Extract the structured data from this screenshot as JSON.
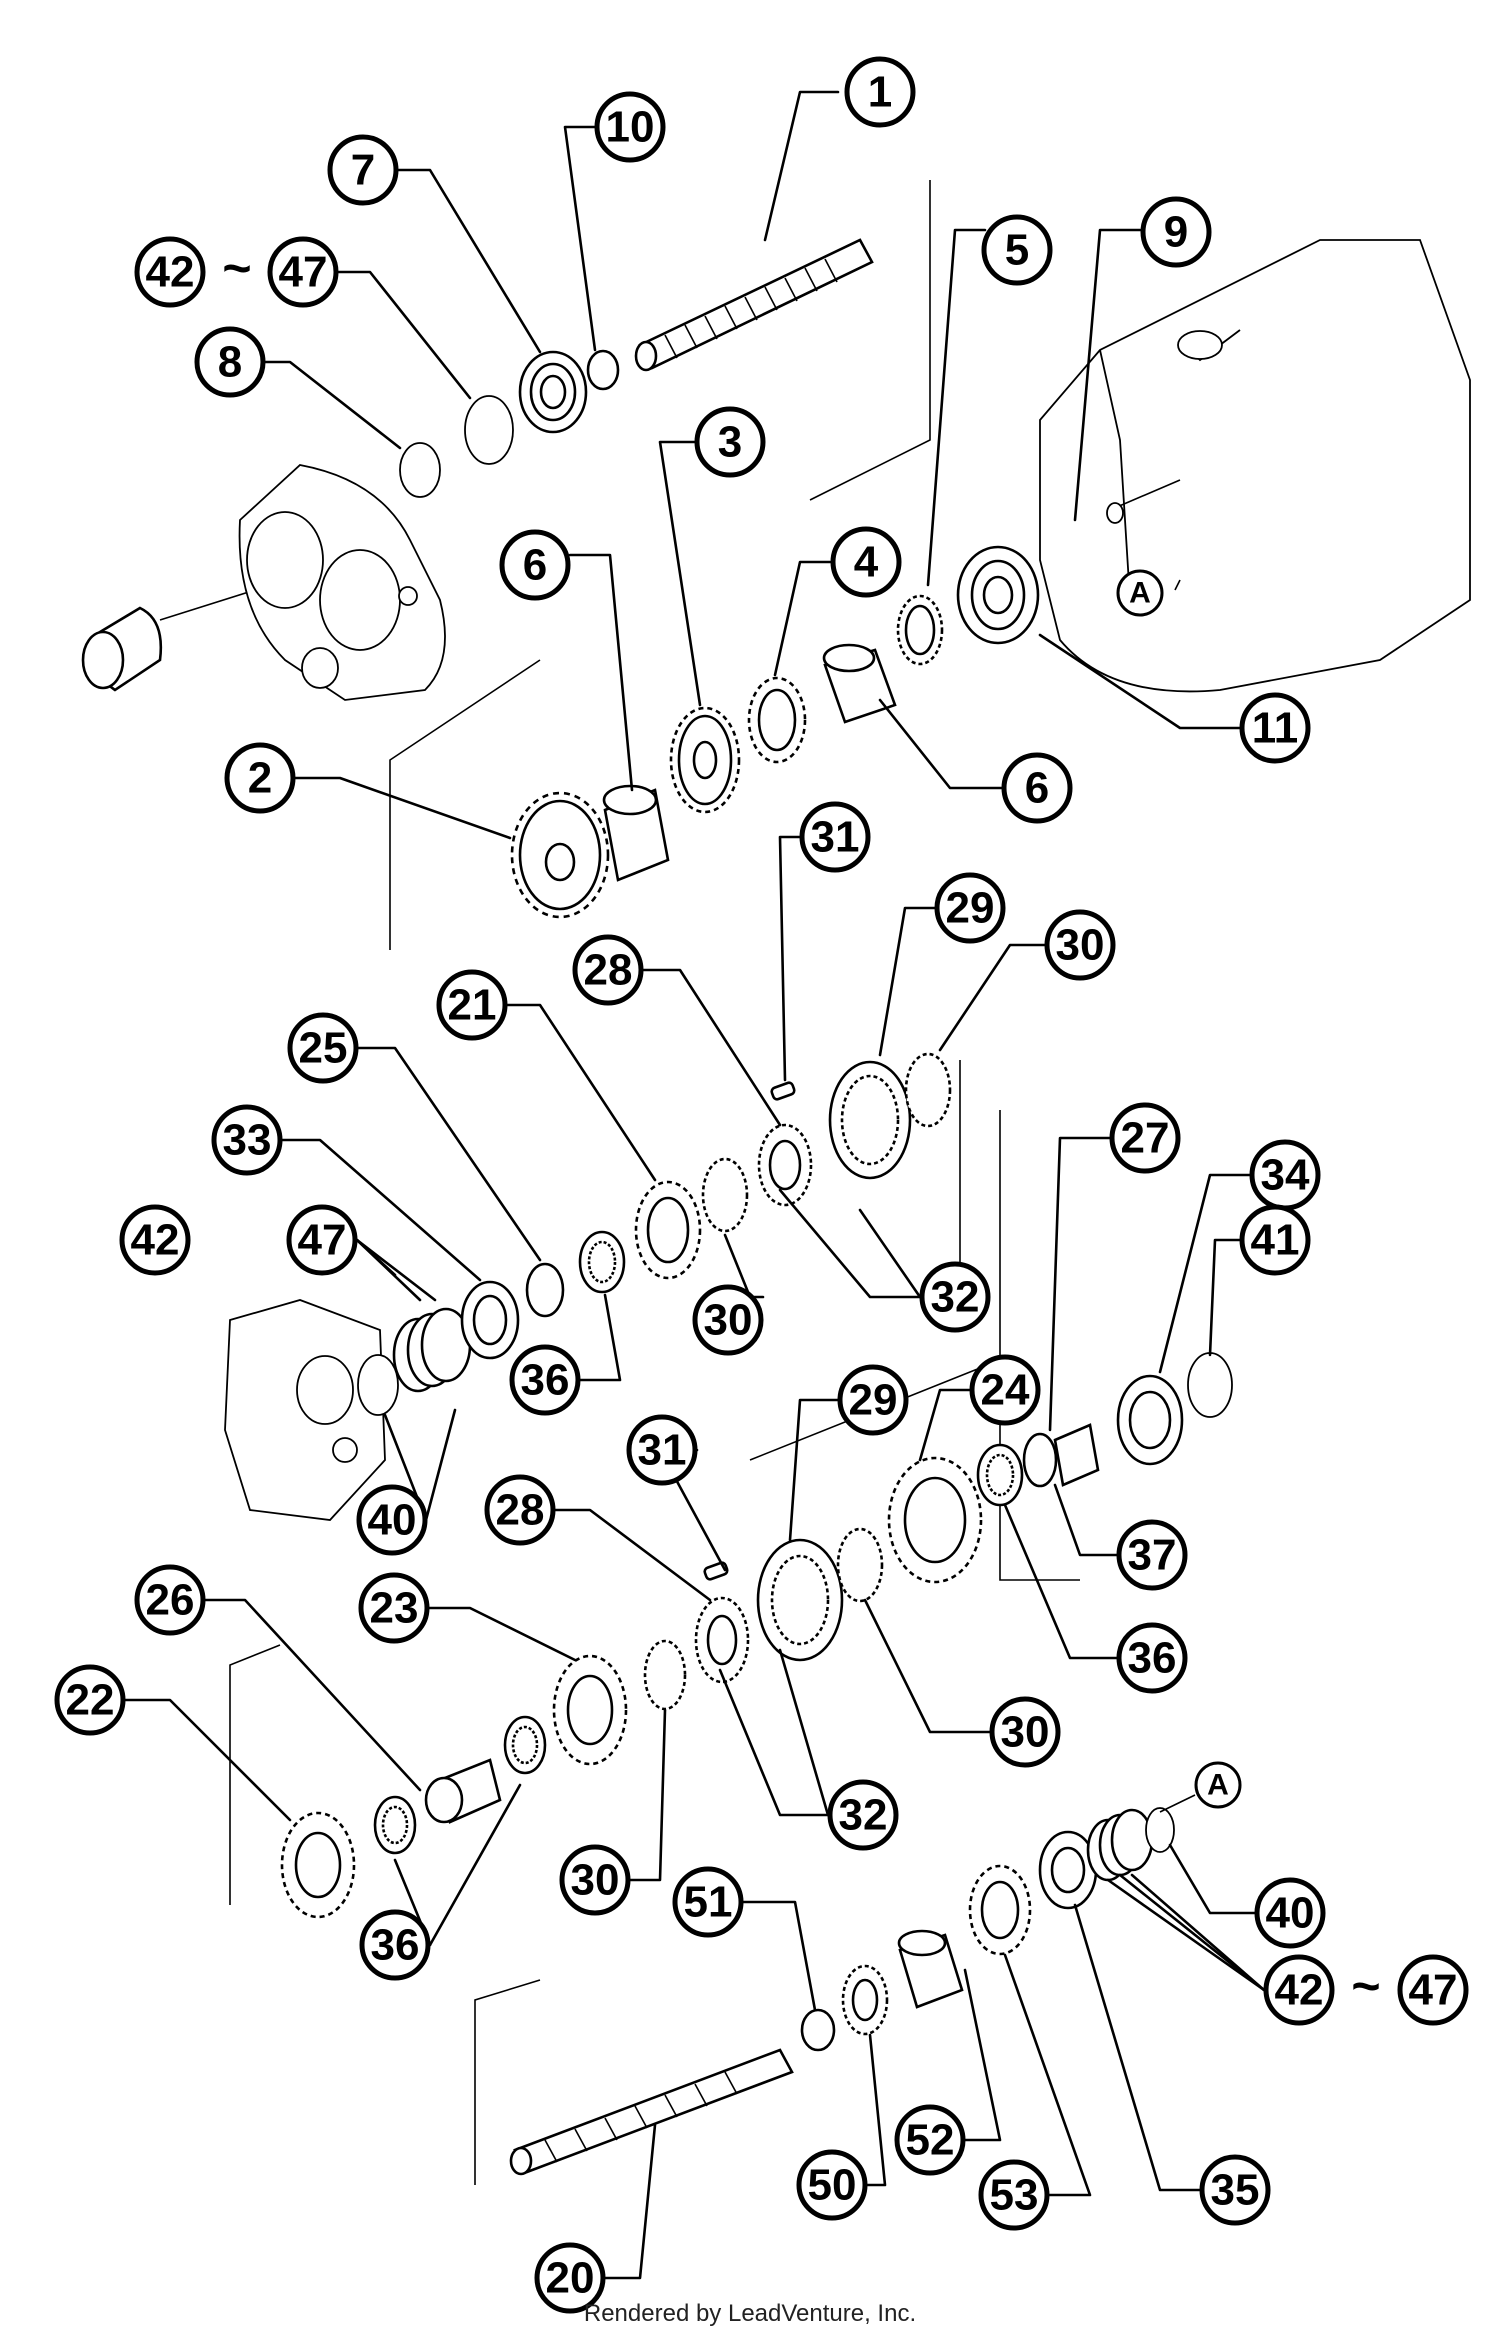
{
  "footer": {
    "text": "Rendered by LeadVenture, Inc."
  },
  "reference_marker": "A",
  "tilde": "~",
  "callouts": [
    {
      "id": "c1",
      "label": "1"
    },
    {
      "id": "c10",
      "label": "10"
    },
    {
      "id": "c7",
      "label": "7"
    },
    {
      "id": "c42a",
      "label": "42"
    },
    {
      "id": "c47a",
      "label": "47"
    },
    {
      "id": "c8",
      "label": "8"
    },
    {
      "id": "c5",
      "label": "5"
    },
    {
      "id": "c9",
      "label": "9"
    },
    {
      "id": "c3",
      "label": "3"
    },
    {
      "id": "c6a",
      "label": "6"
    },
    {
      "id": "c4",
      "label": "4"
    },
    {
      "id": "c11",
      "label": "11"
    },
    {
      "id": "c6b",
      "label": "6"
    },
    {
      "id": "c2",
      "label": "2"
    },
    {
      "id": "c31a",
      "label": "31"
    },
    {
      "id": "c29a",
      "label": "29"
    },
    {
      "id": "c30a",
      "label": "30"
    },
    {
      "id": "c28a",
      "label": "28"
    },
    {
      "id": "c21",
      "label": "21"
    },
    {
      "id": "c25",
      "label": "25"
    },
    {
      "id": "c33",
      "label": "33"
    },
    {
      "id": "c42b",
      "label": "42"
    },
    {
      "id": "c47b",
      "label": "47"
    },
    {
      "id": "c32a",
      "label": "32"
    },
    {
      "id": "c30b",
      "label": "30"
    },
    {
      "id": "c36a",
      "label": "36"
    },
    {
      "id": "c27",
      "label": "27"
    },
    {
      "id": "c34",
      "label": "34"
    },
    {
      "id": "c41",
      "label": "41"
    },
    {
      "id": "c29b",
      "label": "29"
    },
    {
      "id": "c24",
      "label": "24"
    },
    {
      "id": "c31b",
      "label": "31"
    },
    {
      "id": "c28b",
      "label": "28"
    },
    {
      "id": "c40a",
      "label": "40"
    },
    {
      "id": "c37",
      "label": "37"
    },
    {
      "id": "c26",
      "label": "26"
    },
    {
      "id": "c23",
      "label": "23"
    },
    {
      "id": "c36b",
      "label": "36"
    },
    {
      "id": "c30c",
      "label": "30"
    },
    {
      "id": "c22",
      "label": "22"
    },
    {
      "id": "c32b",
      "label": "32"
    },
    {
      "id": "c30d",
      "label": "30"
    },
    {
      "id": "c36c",
      "label": "36"
    },
    {
      "id": "c51",
      "label": "51"
    },
    {
      "id": "c40b",
      "label": "40"
    },
    {
      "id": "c42c",
      "label": "42"
    },
    {
      "id": "c47c",
      "label": "47"
    },
    {
      "id": "c52",
      "label": "52"
    },
    {
      "id": "c50",
      "label": "50"
    },
    {
      "id": "c53",
      "label": "53"
    },
    {
      "id": "c35",
      "label": "35"
    },
    {
      "id": "c20",
      "label": "20"
    }
  ]
}
